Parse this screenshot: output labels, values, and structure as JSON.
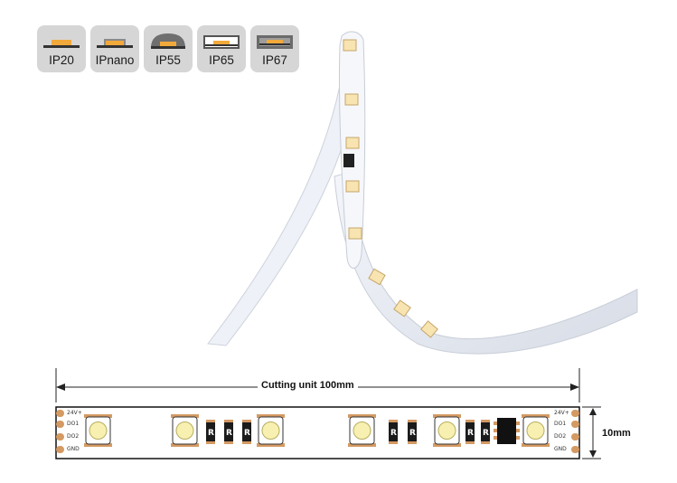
{
  "ip_ratings": [
    {
      "label": "IP20",
      "icon": "ip20-bare-strip-icon"
    },
    {
      "label": "IPnano",
      "icon": "ipnano-coated-strip-icon"
    },
    {
      "label": "IP55",
      "icon": "ip55-dome-coated-strip-icon"
    },
    {
      "label": "IP65",
      "icon": "ip65-silicone-tube-strip-icon"
    },
    {
      "label": "IP67",
      "icon": "ip67-solid-silicone-strip-icon"
    }
  ],
  "diagram": {
    "cutting_unit_label": "Cutting unit  100mm",
    "width_label": "10mm",
    "left_pads": [
      "24V+",
      "DO1",
      "DO2",
      "GND"
    ],
    "right_pads": [
      "24V+",
      "DO1",
      "DO2",
      "GND"
    ],
    "resistor_mark": "R"
  },
  "colors": {
    "led_chip": "#f7f0b0",
    "pad_copper": "#d49a63",
    "resistor_body": "#1b1b1b",
    "ic_body": "#111111",
    "badge_bg": "#d6d6d6",
    "led_accent": "#f2a93b"
  }
}
